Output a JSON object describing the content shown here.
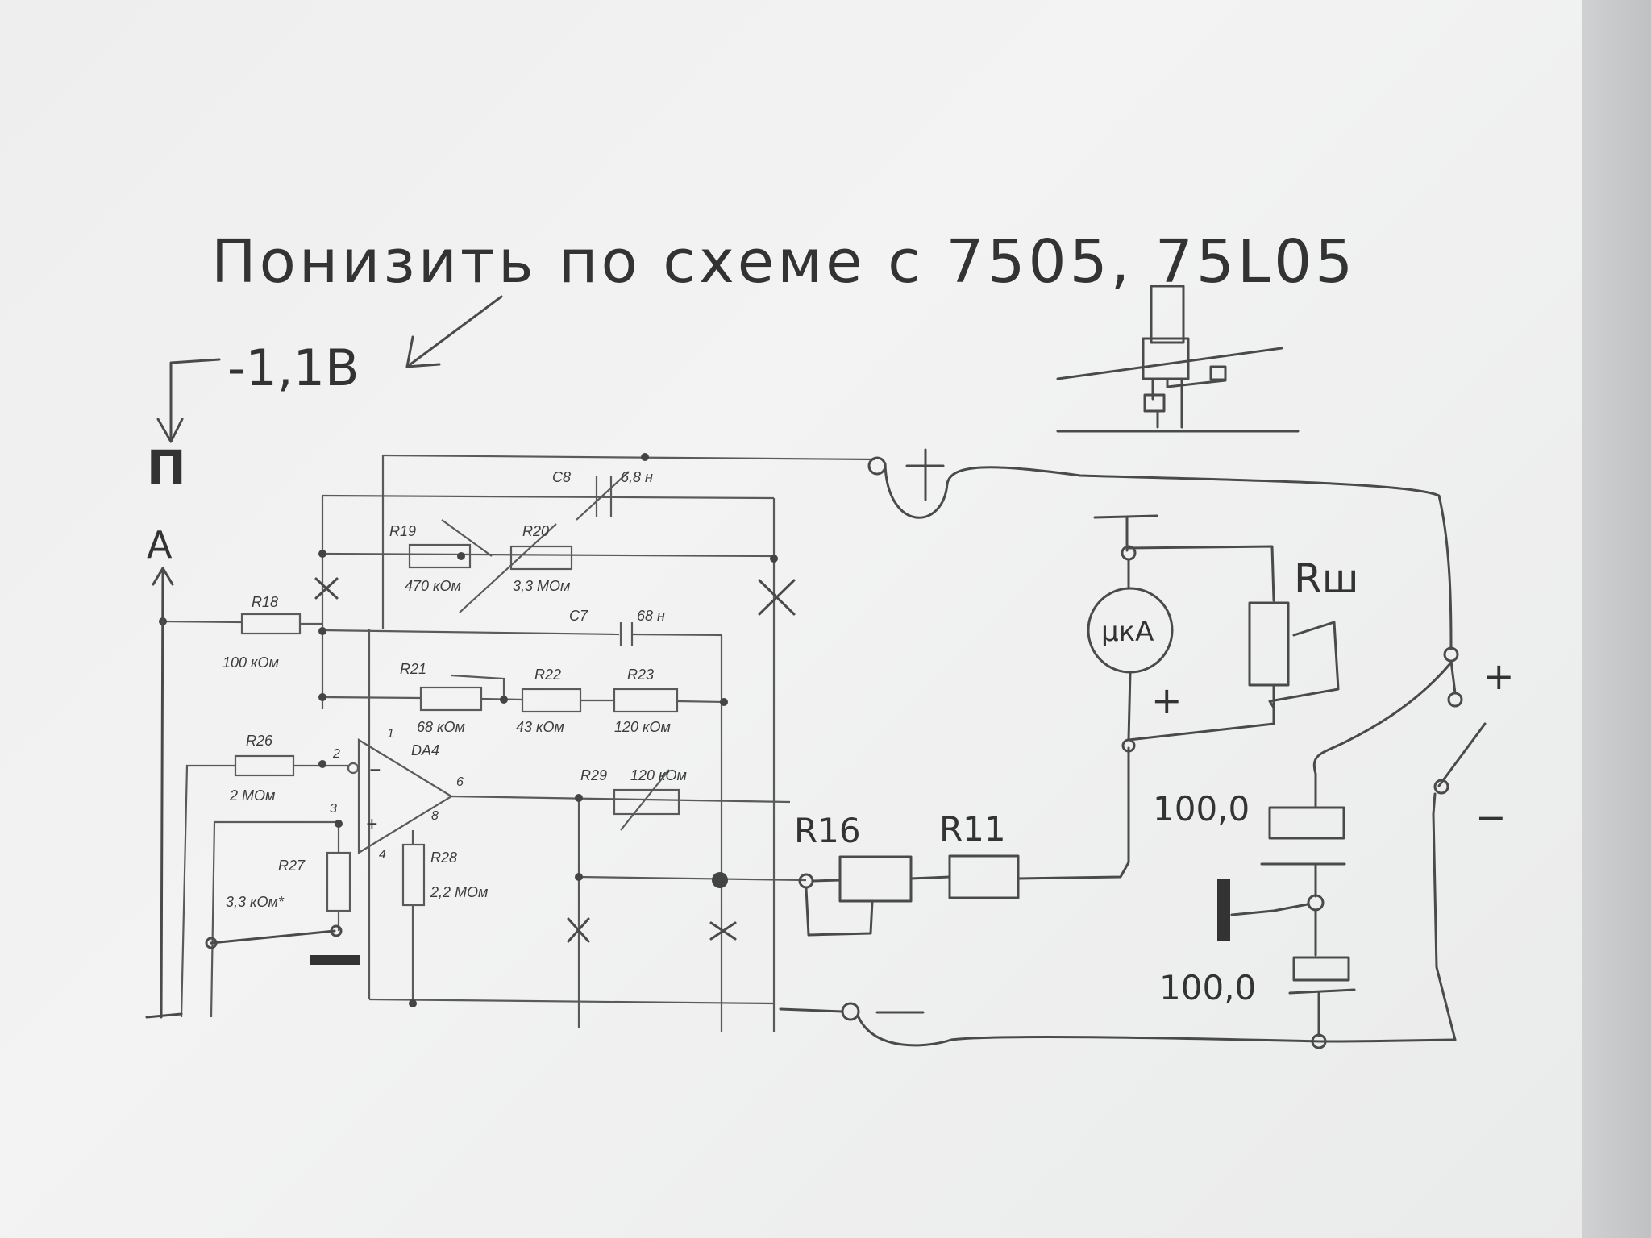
{
  "note": {
    "header": "Понизить по схеме с 7505, 75L05",
    "voltage": "-1,1В",
    "input_p": "П",
    "input_a": "А"
  },
  "printed": {
    "c8_label": "C8",
    "c8_value": "6,8 н",
    "r19_label": "R19",
    "r19_value": "470 кОм",
    "r20_label": "R20",
    "r20_value": "3,3 МОм",
    "r18_label": "R18",
    "r18_value": "100 кОм",
    "c7_label": "C7",
    "c7_value": "68 н",
    "r21_label": "R21",
    "r21_value": "68 кОм",
    "r22_label": "R22",
    "r22_value": "43 кОм",
    "r23_label": "R23",
    "r23_value": "120 кОм",
    "r26_label": "R26",
    "r26_value": "2 МОм",
    "opamp_label": "DA4",
    "pin1": "1",
    "pin2": "2",
    "pin3": "3",
    "pin4": "4",
    "pin6": "6",
    "pin8": "8",
    "opamp_minus": "−",
    "opamp_plus": "+",
    "r29_label": "R29",
    "r29_value": "120 кОм",
    "r27_label": "R27",
    "r27_value": "3,3 кОм*",
    "r28_label": "R28",
    "r28_value": "2,2 МОм"
  },
  "handwritten": {
    "plus_top": "+",
    "minus_bottom": "−",
    "r16": "R16",
    "r11": "R11",
    "meter": "μкА",
    "meter_plus": "+",
    "rsh": "Rш",
    "cap_top": "100,0",
    "cap_bottom": "100,0",
    "switch_plus": "+",
    "switch_minus": "−"
  }
}
